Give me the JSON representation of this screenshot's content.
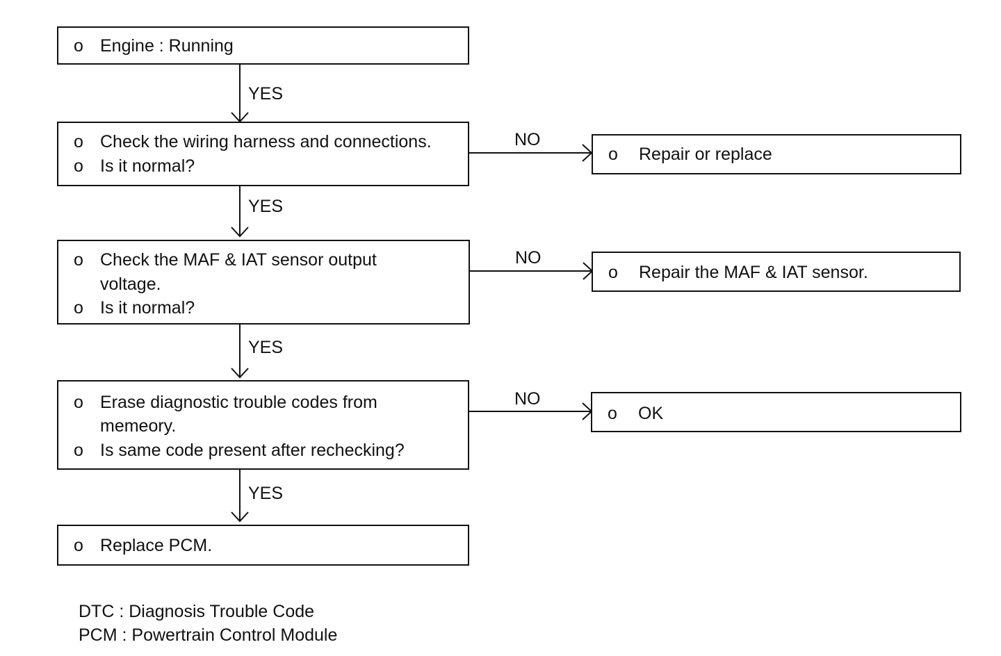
{
  "bullet": "o",
  "steps": [
    {
      "lines": [
        "Engine : Running"
      ]
    },
    {
      "lines": [
        "Check the wiring harness and connections.",
        "Is it normal?"
      ]
    },
    {
      "lines": [
        "Check the MAF & IAT sensor output",
        "voltage.",
        "Is it normal?"
      ]
    },
    {
      "lines": [
        "Erase diagnostic trouble codes from",
        "memeory.",
        "Is same code present after rechecking?"
      ]
    },
    {
      "lines": [
        "Replace PCM."
      ]
    }
  ],
  "outcomes": [
    {
      "text": "Repair or replace"
    },
    {
      "text": "Repair the MAF & IAT sensor."
    },
    {
      "text": "OK"
    }
  ],
  "labels": {
    "yes": "YES",
    "no": "NO"
  },
  "legend": [
    "DTC : Diagnosis Trouble Code",
    "PCM : Powertrain Control Module"
  ]
}
